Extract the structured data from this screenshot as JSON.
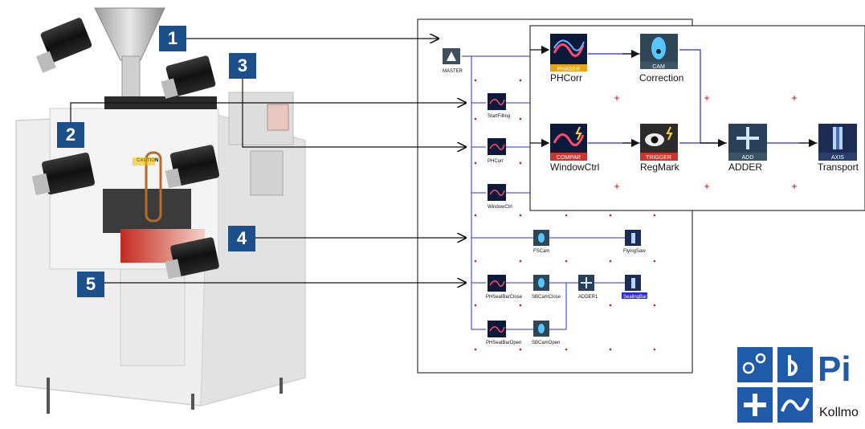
{
  "callouts": [
    "1",
    "2",
    "3",
    "4",
    "5"
  ],
  "machine": {
    "caution_label": "CAUTION"
  },
  "detail": {
    "nodes": {
      "phcorr": {
        "label": "PHCorr",
        "type": "PHASER"
      },
      "correction": {
        "label": "Correction",
        "type": "CAM"
      },
      "windowctrl": {
        "label": "WindowCtrl",
        "type": "COMPAR"
      },
      "regmark": {
        "label": "RegMark",
        "type": "TRIGGER"
      },
      "adder": {
        "label": "ADDER",
        "type": "ADD"
      },
      "transport": {
        "label": "Transport",
        "type": "AXIS"
      }
    }
  },
  "overview": {
    "master": "MASTER",
    "startfilling": "StartFilling",
    "phcorr": "PHCorr",
    "windowctrl": "WindowCtrl",
    "fscam": "FSCam",
    "flyingsaw": "FlyingSaw",
    "phsealbarclose": "PHSealBarClose",
    "sbcamclose": "SBCamClose",
    "adder1": "ADDER1",
    "sealingbar": "SealingBar",
    "phsealbaropen": "PHSealBarOpen",
    "sbcamopen": "SBCamOpen"
  },
  "logo": {
    "brand": "Pi",
    "sub": "Kollmo"
  },
  "colors": {
    "callout": "#1d4f8a",
    "link": "#2b2bd6",
    "grid_dot": "#d11a2a",
    "logo": "#1f5ba8"
  }
}
